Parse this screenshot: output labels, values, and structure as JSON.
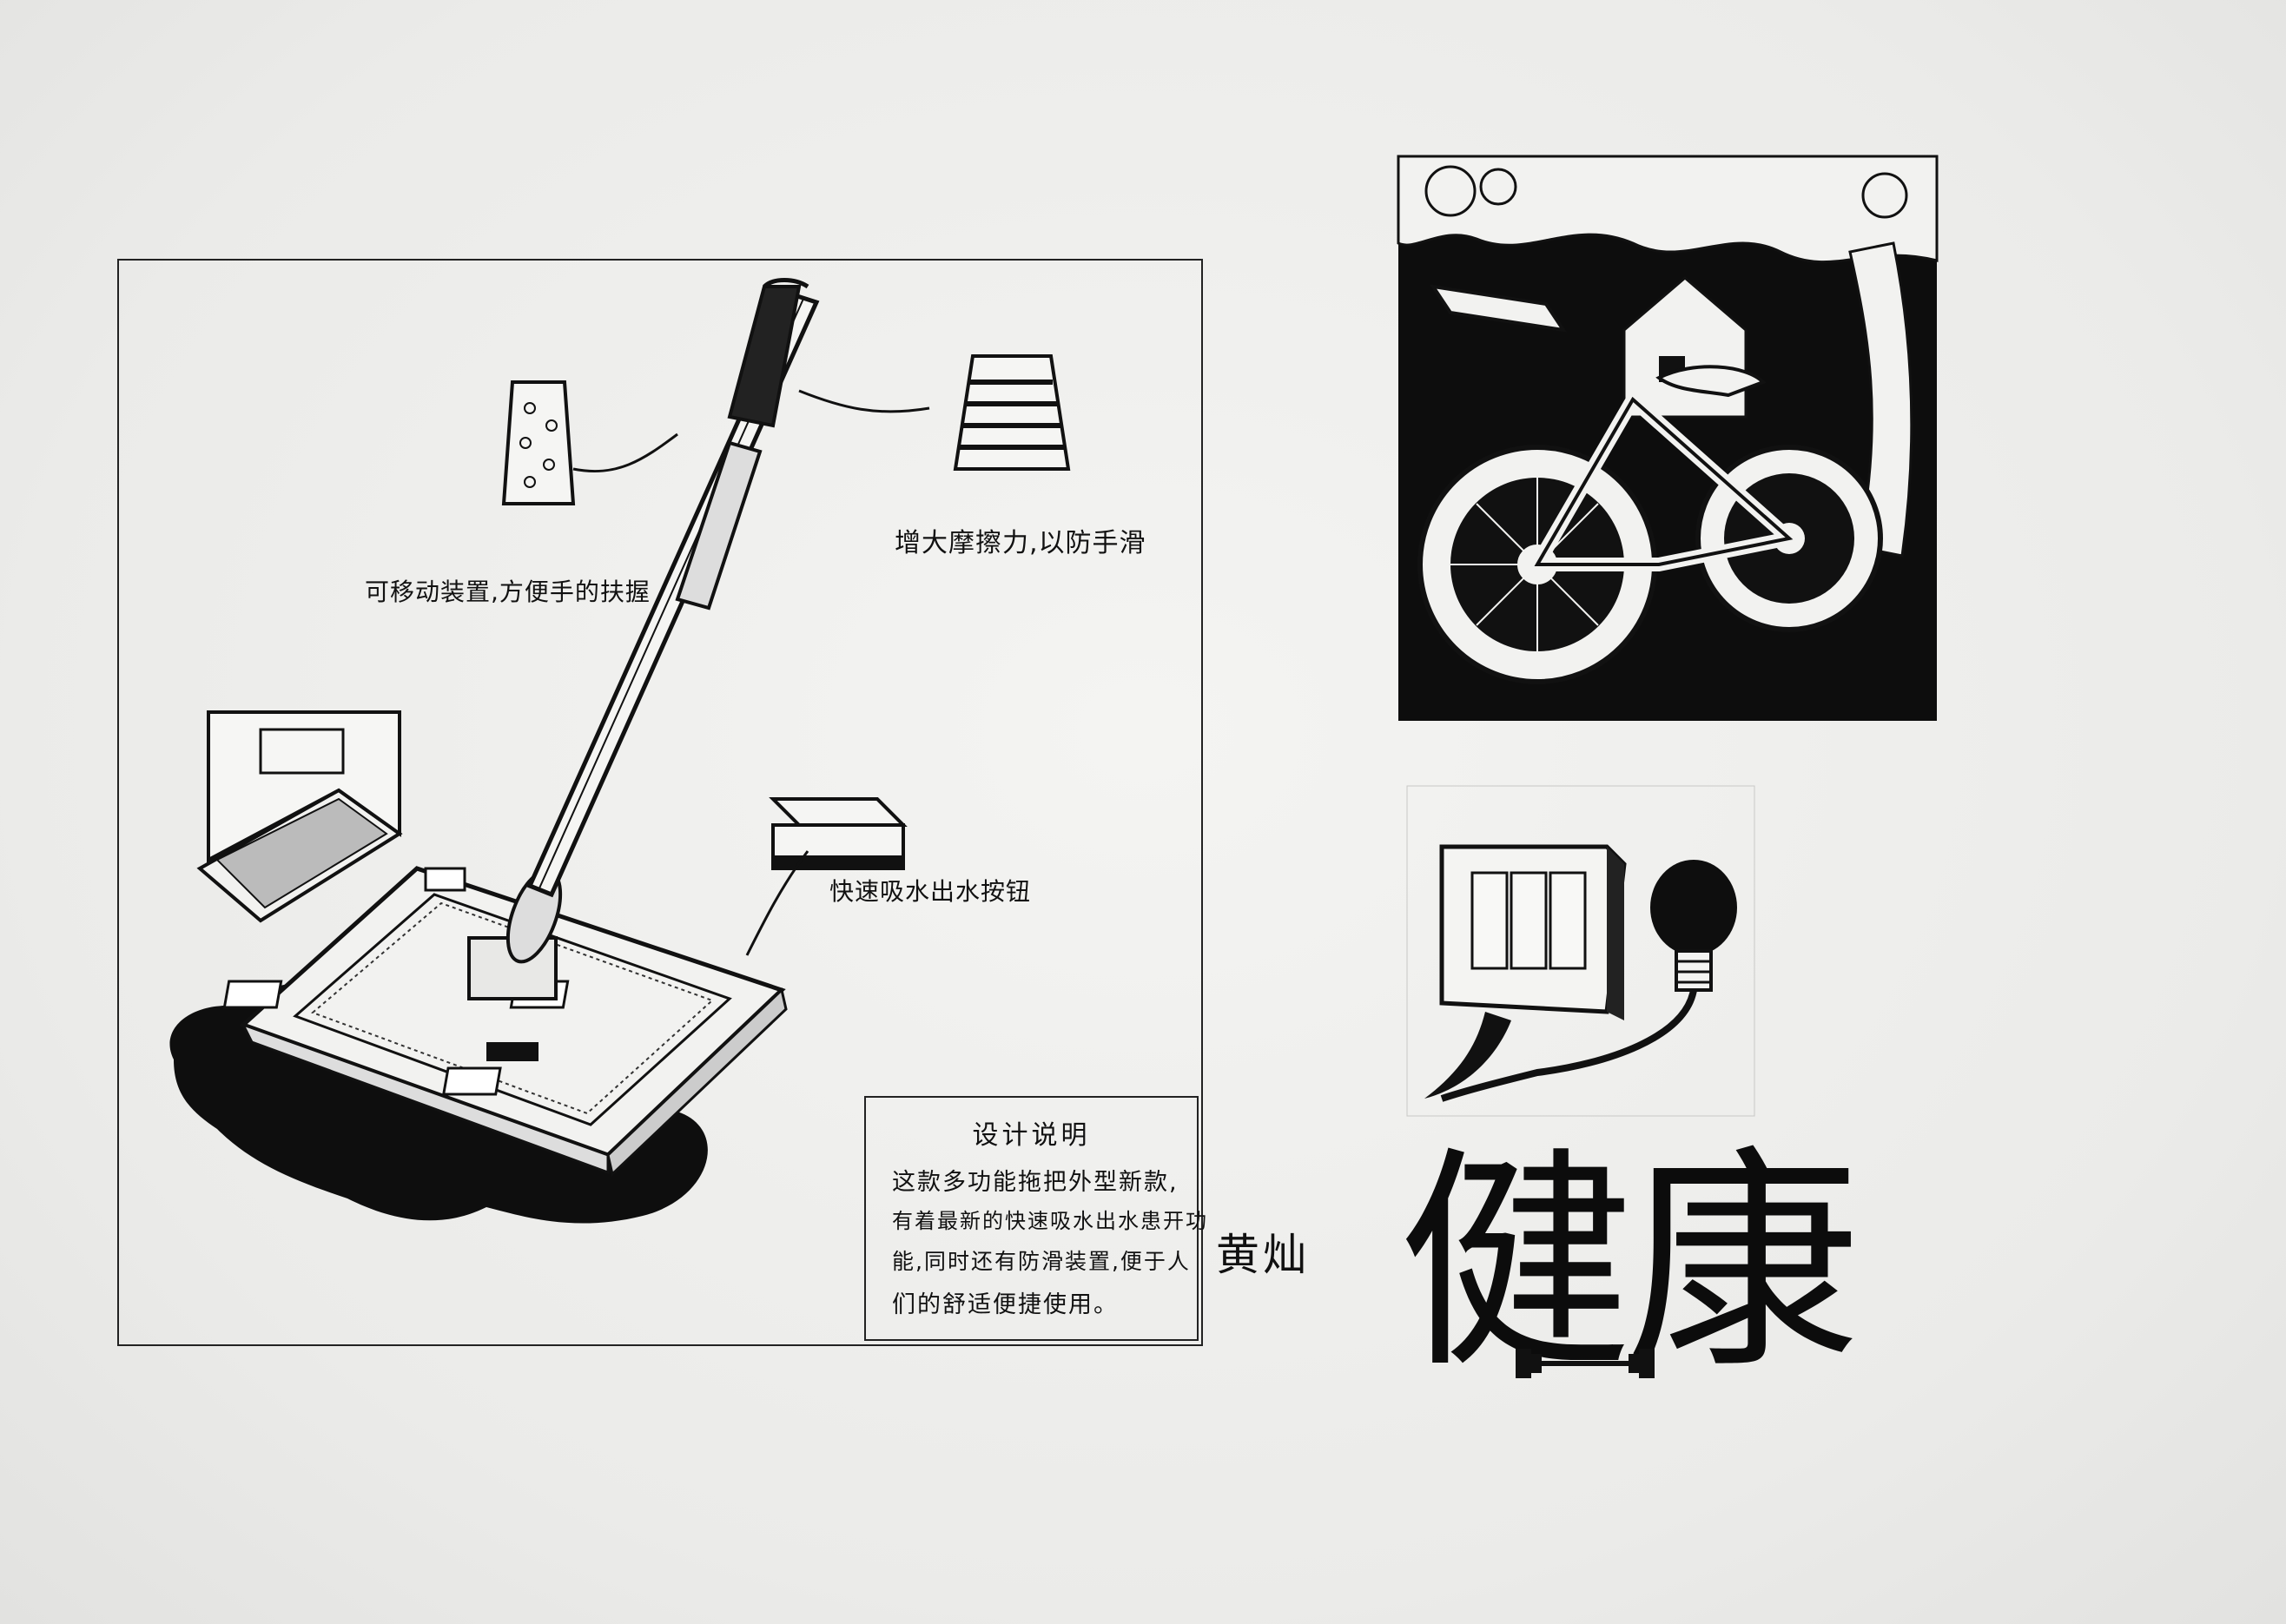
{
  "annotations": {
    "grip_label": "可移动装置,方便手的扶握",
    "friction_label": "增大摩擦力,以防手滑",
    "button_label": "快速吸水出水按钮"
  },
  "design_note": {
    "title": "设计说明",
    "lines": [
      "这款多功能拖把外型新款,",
      "有着最新的快速吸水出水患开功",
      "能,同时还有防滑装置,便于人",
      "们的舒适便捷使用。"
    ]
  },
  "poster_title": "健康",
  "signature": "黄灿",
  "colors": {
    "paper": "#ededeb",
    "ink": "#111111"
  }
}
